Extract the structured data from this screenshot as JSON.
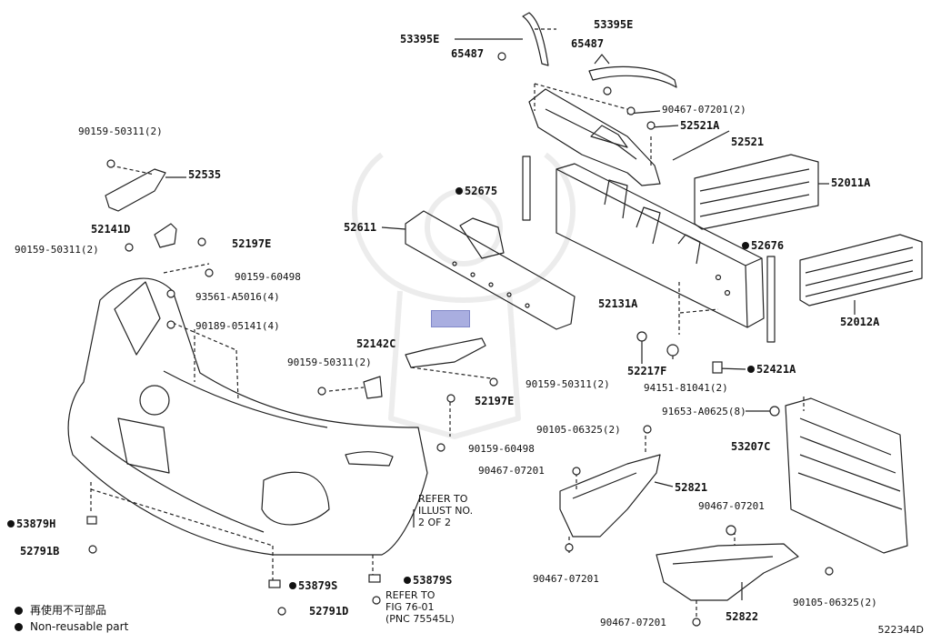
{
  "diagram_code": "522344D",
  "legend": {
    "items": [
      {
        "label_jp": "再使用不可部品"
      },
      {
        "label": "Non-reusable part"
      }
    ]
  },
  "notes": {
    "refer_illust": "REFER TO\nILLUST NO.\n2 OF 2",
    "refer_fig": "REFER TO\nFIG 76-01\n(PNC 75545L)"
  },
  "labels": {
    "l53395E_a": "53395E",
    "l65487_a": "65487",
    "l53395E_b": "53395E",
    "l65487_b": "65487",
    "l90467_07201_2": "90467-07201(2)",
    "l52521A": "52521A",
    "l52521": "52521",
    "l90159_50311_2_top": "90159-50311(2)",
    "l52535": "52535",
    "l52675": "52675",
    "l52011A": "52011A",
    "l52141D": "52141D",
    "l52611": "52611",
    "l52197E_a": "52197E",
    "l90159_50311_2_left": "90159-50311(2)",
    "l52676": "52676",
    "l90159_60498_a": "90159-60498",
    "l93561": "93561-A5016(4)",
    "l52131A": "52131A",
    "l52012A": "52012A",
    "l90189": "90189-05141(4)",
    "l52142C": "52142C",
    "l90159_50311_2_mid": "90159-50311(2)",
    "l52217F": "52217F",
    "l52421A": "52421A",
    "l90159_50311_2_r": "90159-50311(2)",
    "l94151": "94151-81041(2)",
    "l52197E_b": "52197E",
    "l91653": "91653-A0625(8)",
    "l90105_06325_2_a": "90105-06325(2)",
    "l53207C": "53207C",
    "l90159_60498_b": "90159-60498",
    "l90467_07201_a": "90467-07201",
    "l52821": "52821",
    "l90467_07201_b": "90467-07201",
    "l53879H": "53879H",
    "l52791B": "52791B",
    "l90467_07201_c": "90467-07201",
    "l53879S_a": "53879S",
    "l53879S_b": "53879S",
    "l52791D": "52791D",
    "l90105_06325_2_b": "90105-06325(2)",
    "l90467_07201_d": "90467-07201",
    "l52822": "52822"
  },
  "colors": {
    "line": "#222222",
    "highlight": "#a9aee0"
  }
}
